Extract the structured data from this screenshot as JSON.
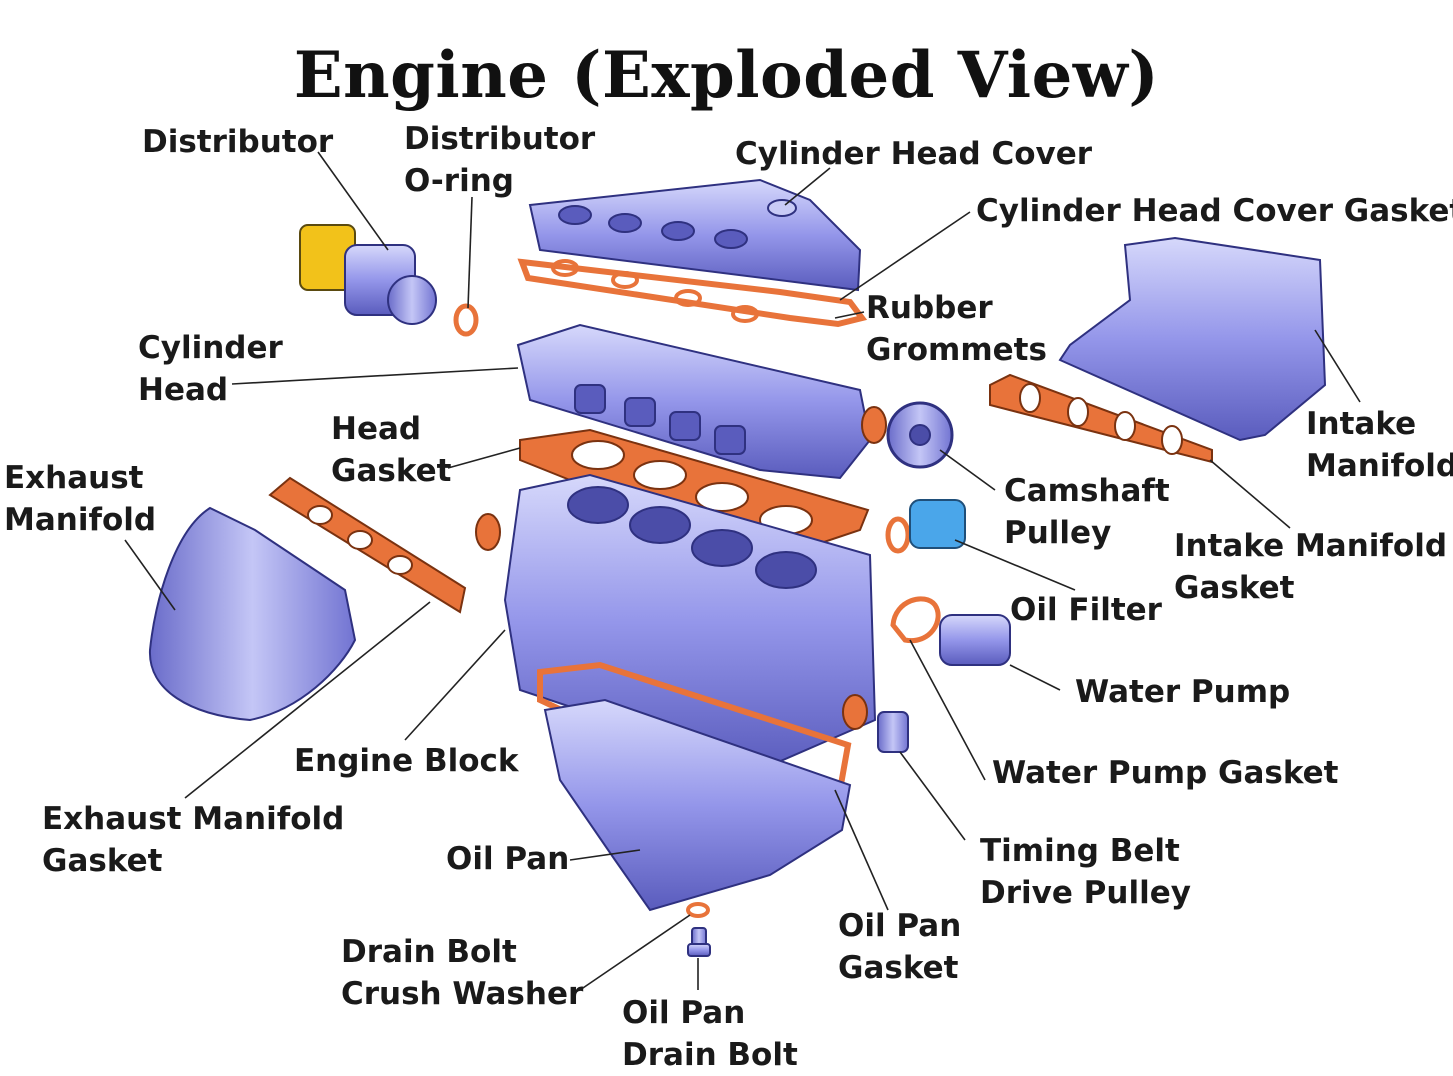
{
  "title": "Engine (Exploded View)",
  "labels": {
    "distributor": "Distributor",
    "distributor_oring": "Distributor\nO-ring",
    "cylinder_head_cover": "Cylinder Head Cover",
    "cylinder_head_cover_gasket": "Cylinder Head Cover Gasket",
    "rubber_grommets": "Rubber\nGrommets",
    "cylinder_head": "Cylinder\nHead",
    "head_gasket": "Head\nGasket",
    "exhaust_manifold": "Exhaust\nManifold",
    "intake_manifold": "Intake\nManifold",
    "camshaft_pulley": "Camshaft\nPulley",
    "intake_manifold_gasket": "Intake Manifold\nGasket",
    "oil_filter": "Oil Filter",
    "water_pump": "Water Pump",
    "water_pump_gasket": "Water Pump Gasket",
    "engine_block": "Engine Block",
    "exhaust_manifold_gasket": "Exhaust Manifold\nGasket",
    "oil_pan": "Oil Pan",
    "timing_belt_drive_pulley": "Timing Belt\nDrive Pulley",
    "oil_pan_gasket": "Oil Pan\nGasket",
    "drain_bolt_crush_washer": "Drain Bolt\nCrush Washer",
    "oil_pan_drain_bolt": "Oil Pan\nDrain Bolt"
  },
  "colors": {
    "metal": "#8e8fe6",
    "metal_light": "#c9cbf6",
    "metal_dark": "#4b4da8",
    "gasket": "#e8733a",
    "filter_blue": "#4aa6ea",
    "distributor_yellow": "#f2c21a",
    "leader": "#222222"
  }
}
